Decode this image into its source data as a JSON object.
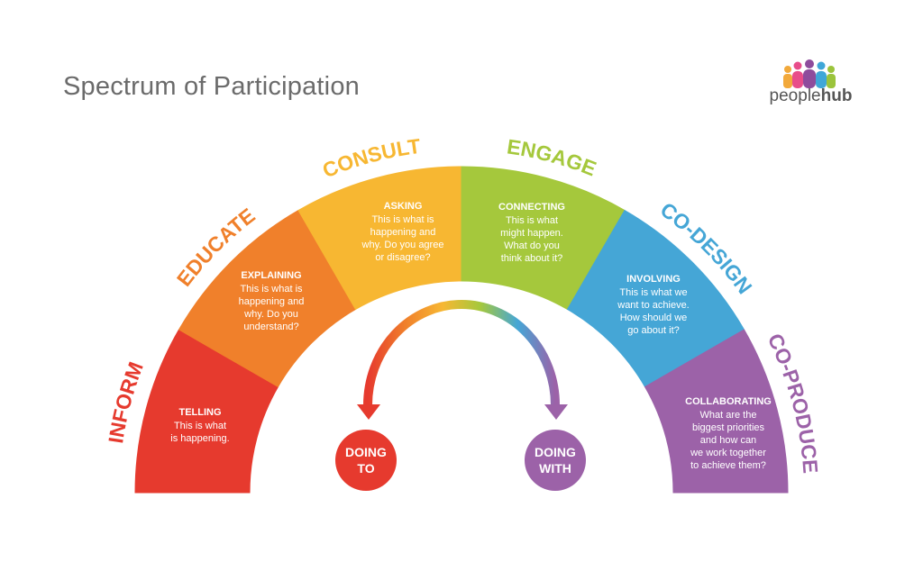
{
  "title": "Spectrum of Participation",
  "logo": {
    "prefix": "people",
    "suffix": "hub"
  },
  "colors": {
    "inform": "#e63a2e",
    "educate": "#f0802b",
    "consult": "#f7b732",
    "engage": "#a5c83c",
    "codesign": "#45a6d6",
    "coproduce": "#9c62a8"
  },
  "segments": [
    {
      "key": "inform",
      "label": "INFORM",
      "heading": "TELLING",
      "lines": [
        "This is what",
        "is happening."
      ]
    },
    {
      "key": "educate",
      "label": "EDUCATE",
      "heading": "EXPLAINING",
      "lines": [
        "This is what is",
        "happening and",
        "why. Do you",
        "understand?"
      ]
    },
    {
      "key": "consult",
      "label": "CONSULT",
      "heading": "ASKING",
      "lines": [
        "This is what is",
        "happening and",
        "why. Do you agree",
        "or disagree?"
      ]
    },
    {
      "key": "engage",
      "label": "ENGAGE",
      "heading": "CONNECTING",
      "lines": [
        "This is what",
        "might happen.",
        "What do you",
        "think about it?"
      ]
    },
    {
      "key": "codesign",
      "label": "CO-DESIGN",
      "heading": "INVOLVING",
      "lines": [
        "This is what we",
        "want to achieve.",
        "How should we",
        "go about it?"
      ]
    },
    {
      "key": "coproduce",
      "label": "CO-PRODUCE",
      "heading": "COLLABORATING",
      "lines": [
        "What are the",
        "biggest priorities",
        "and how can",
        "we work together",
        "to achieve them?"
      ]
    }
  ],
  "doing_to": {
    "line1": "DOING",
    "line2": "TO"
  },
  "doing_with": {
    "line1": "DOING",
    "line2": "WITH"
  }
}
